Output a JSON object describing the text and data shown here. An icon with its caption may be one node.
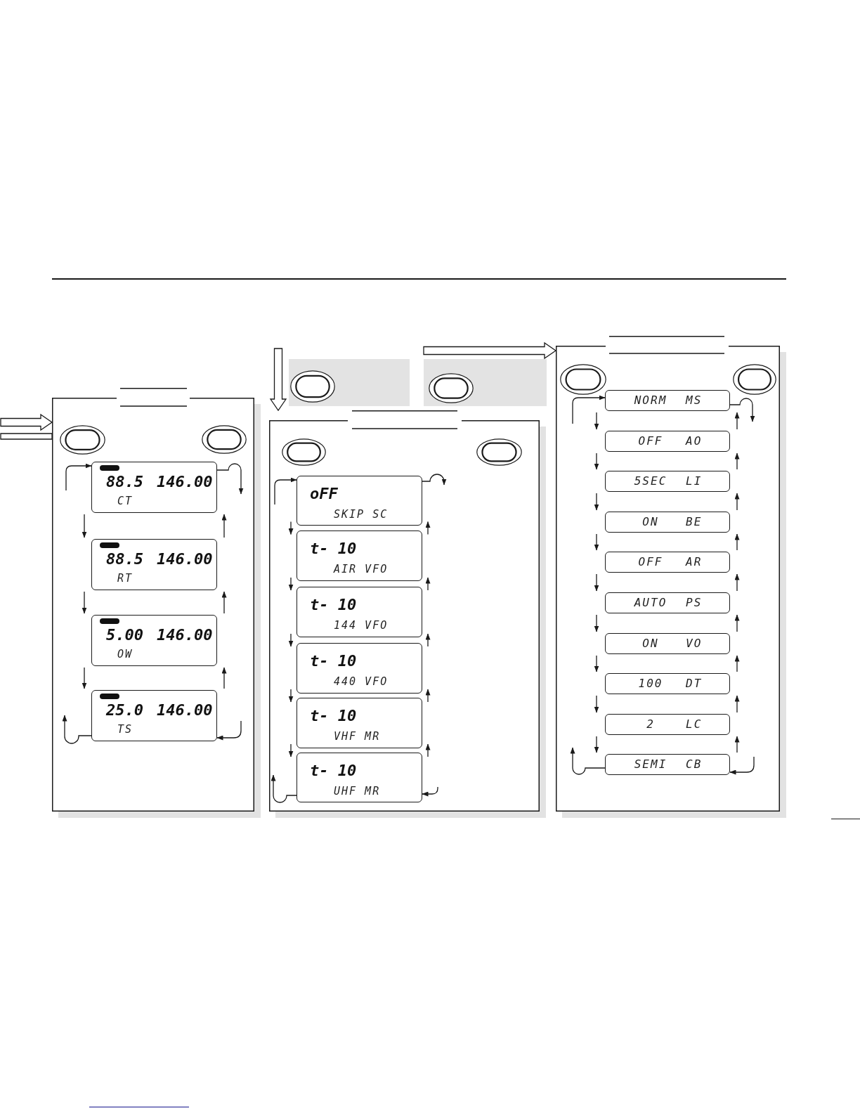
{
  "diagram": {
    "nodes": [
      {
        "text": [],
        "shape": "box"
      },
      {
        "text": [
          "88.5",
          "146.00",
          "CT"
        ],
        "in": 0
      },
      {
        "text": [
          "88.5",
          "146.00",
          "RT"
        ],
        "in": 0
      },
      {
        "text": [
          "5.00",
          "146.00",
          "OW"
        ],
        "in": 0
      },
      {
        "text": [
          "25.0",
          "146.00",
          "TS"
        ],
        "in": 0
      },
      {
        "text": [],
        "shape": "box"
      },
      {
        "text": [
          "oFF",
          "SKIP SC"
        ],
        "in": 5
      },
      {
        "text": [
          "t- 10",
          "AIR VFO"
        ],
        "in": 5
      },
      {
        "text": [
          "t- 10",
          "144 VFO"
        ],
        "in": 5
      },
      {
        "text": [
          "t- 10",
          "440 VFO"
        ],
        "in": 5
      },
      {
        "text": [
          "t- 10",
          "VHF MR"
        ],
        "in": 5
      },
      {
        "text": [
          "t- 10",
          "UHF MR"
        ],
        "in": 5
      },
      {
        "text": [],
        "shape": "box"
      },
      {
        "text": [
          "NORM",
          "MS"
        ],
        "in": 12
      },
      {
        "text": [
          "OFF",
          "AO"
        ],
        "in": 12
      },
      {
        "text": [
          "5SEC",
          "LI"
        ],
        "in": 12
      },
      {
        "text": [
          "ON",
          "BE"
        ],
        "in": 12
      },
      {
        "text": [
          "OFF",
          "AR"
        ],
        "in": 12
      },
      {
        "text": [
          "AUTO",
          "PS"
        ],
        "in": 12
      },
      {
        "text": [
          "ON",
          "VO"
        ],
        "in": 12
      },
      {
        "text": [
          "100",
          "DT"
        ],
        "in": 12
      },
      {
        "text": [
          "2",
          "LC"
        ],
        "in": 12
      },
      {
        "text": [
          "SEMI",
          "CB"
        ],
        "in": 12
      }
    ],
    "edges": [
      {
        "from": null,
        "to": 0,
        "arrow": "to",
        "style": "thick"
      },
      {
        "from": 0,
        "to": null,
        "arrow": "none",
        "style": "thick"
      },
      {
        "from": null,
        "to": 5,
        "arrow": "to",
        "style": "thick"
      },
      {
        "from": null,
        "to": 12,
        "arrow": "to",
        "style": "thick"
      },
      {
        "from": null,
        "to": 1,
        "arrow": "to"
      },
      {
        "from": 1,
        "to": null,
        "arrow": "to"
      },
      {
        "from": 1,
        "to": 2,
        "arrow": "to"
      },
      {
        "from": 2,
        "to": 1,
        "arrow": "to"
      },
      {
        "from": 2,
        "to": 3,
        "arrow": "to"
      },
      {
        "from": 3,
        "to": 2,
        "arrow": "to"
      },
      {
        "from": 3,
        "to": 4,
        "arrow": "to"
      },
      {
        "from": 4,
        "to": 3,
        "arrow": "to"
      },
      {
        "from": 4,
        "to": null,
        "arrow": "to"
      },
      {
        "from": null,
        "to": 4,
        "arrow": "to"
      },
      {
        "from": null,
        "to": 6,
        "arrow": "to"
      },
      {
        "from": 6,
        "to": null,
        "arrow": "to"
      },
      {
        "from": 6,
        "to": 7,
        "arrow": "to"
      },
      {
        "from": 7,
        "to": 6,
        "arrow": "to"
      },
      {
        "from": 7,
        "to": 8,
        "arrow": "to"
      },
      {
        "from": 8,
        "to": 7,
        "arrow": "to"
      },
      {
        "from": 8,
        "to": 9,
        "arrow": "to"
      },
      {
        "from": 9,
        "to": 8,
        "arrow": "to"
      },
      {
        "from": 9,
        "to": 10,
        "arrow": "to"
      },
      {
        "from": 10,
        "to": 9,
        "arrow": "to"
      },
      {
        "from": 10,
        "to": 11,
        "arrow": "to"
      },
      {
        "from": 11,
        "to": 10,
        "arrow": "to"
      },
      {
        "from": 11,
        "to": null,
        "arrow": "to"
      },
      {
        "from": null,
        "to": 11,
        "arrow": "to"
      },
      {
        "from": null,
        "to": 13,
        "arrow": "to"
      },
      {
        "from": 13,
        "to": null,
        "arrow": "to"
      },
      {
        "from": 13,
        "to": 14,
        "arrow": "to"
      },
      {
        "from": 14,
        "to": 13,
        "arrow": "to"
      },
      {
        "from": 14,
        "to": 15,
        "arrow": "to"
      },
      {
        "from": 15,
        "to": 14,
        "arrow": "to"
      },
      {
        "from": 15,
        "to": 16,
        "arrow": "to"
      },
      {
        "from": 16,
        "to": 15,
        "arrow": "to"
      },
      {
        "from": 16,
        "to": 17,
        "arrow": "to"
      },
      {
        "from": 17,
        "to": 16,
        "arrow": "to"
      },
      {
        "from": 17,
        "to": 18,
        "arrow": "to"
      },
      {
        "from": 18,
        "to": 17,
        "arrow": "to"
      },
      {
        "from": 18,
        "to": 19,
        "arrow": "to"
      },
      {
        "from": 19,
        "to": 18,
        "arrow": "to"
      },
      {
        "from": 19,
        "to": 20,
        "arrow": "to"
      },
      {
        "from": 20,
        "to": 19,
        "arrow": "to"
      },
      {
        "from": 20,
        "to": 21,
        "arrow": "to"
      },
      {
        "from": 21,
        "to": 20,
        "arrow": "to"
      },
      {
        "from": 21,
        "to": 22,
        "arrow": "to"
      },
      {
        "from": 22,
        "to": 21,
        "arrow": "to"
      },
      {
        "from": 22,
        "to": null,
        "arrow": "to"
      },
      {
        "from": null,
        "to": 22,
        "arrow": "to"
      }
    ]
  }
}
